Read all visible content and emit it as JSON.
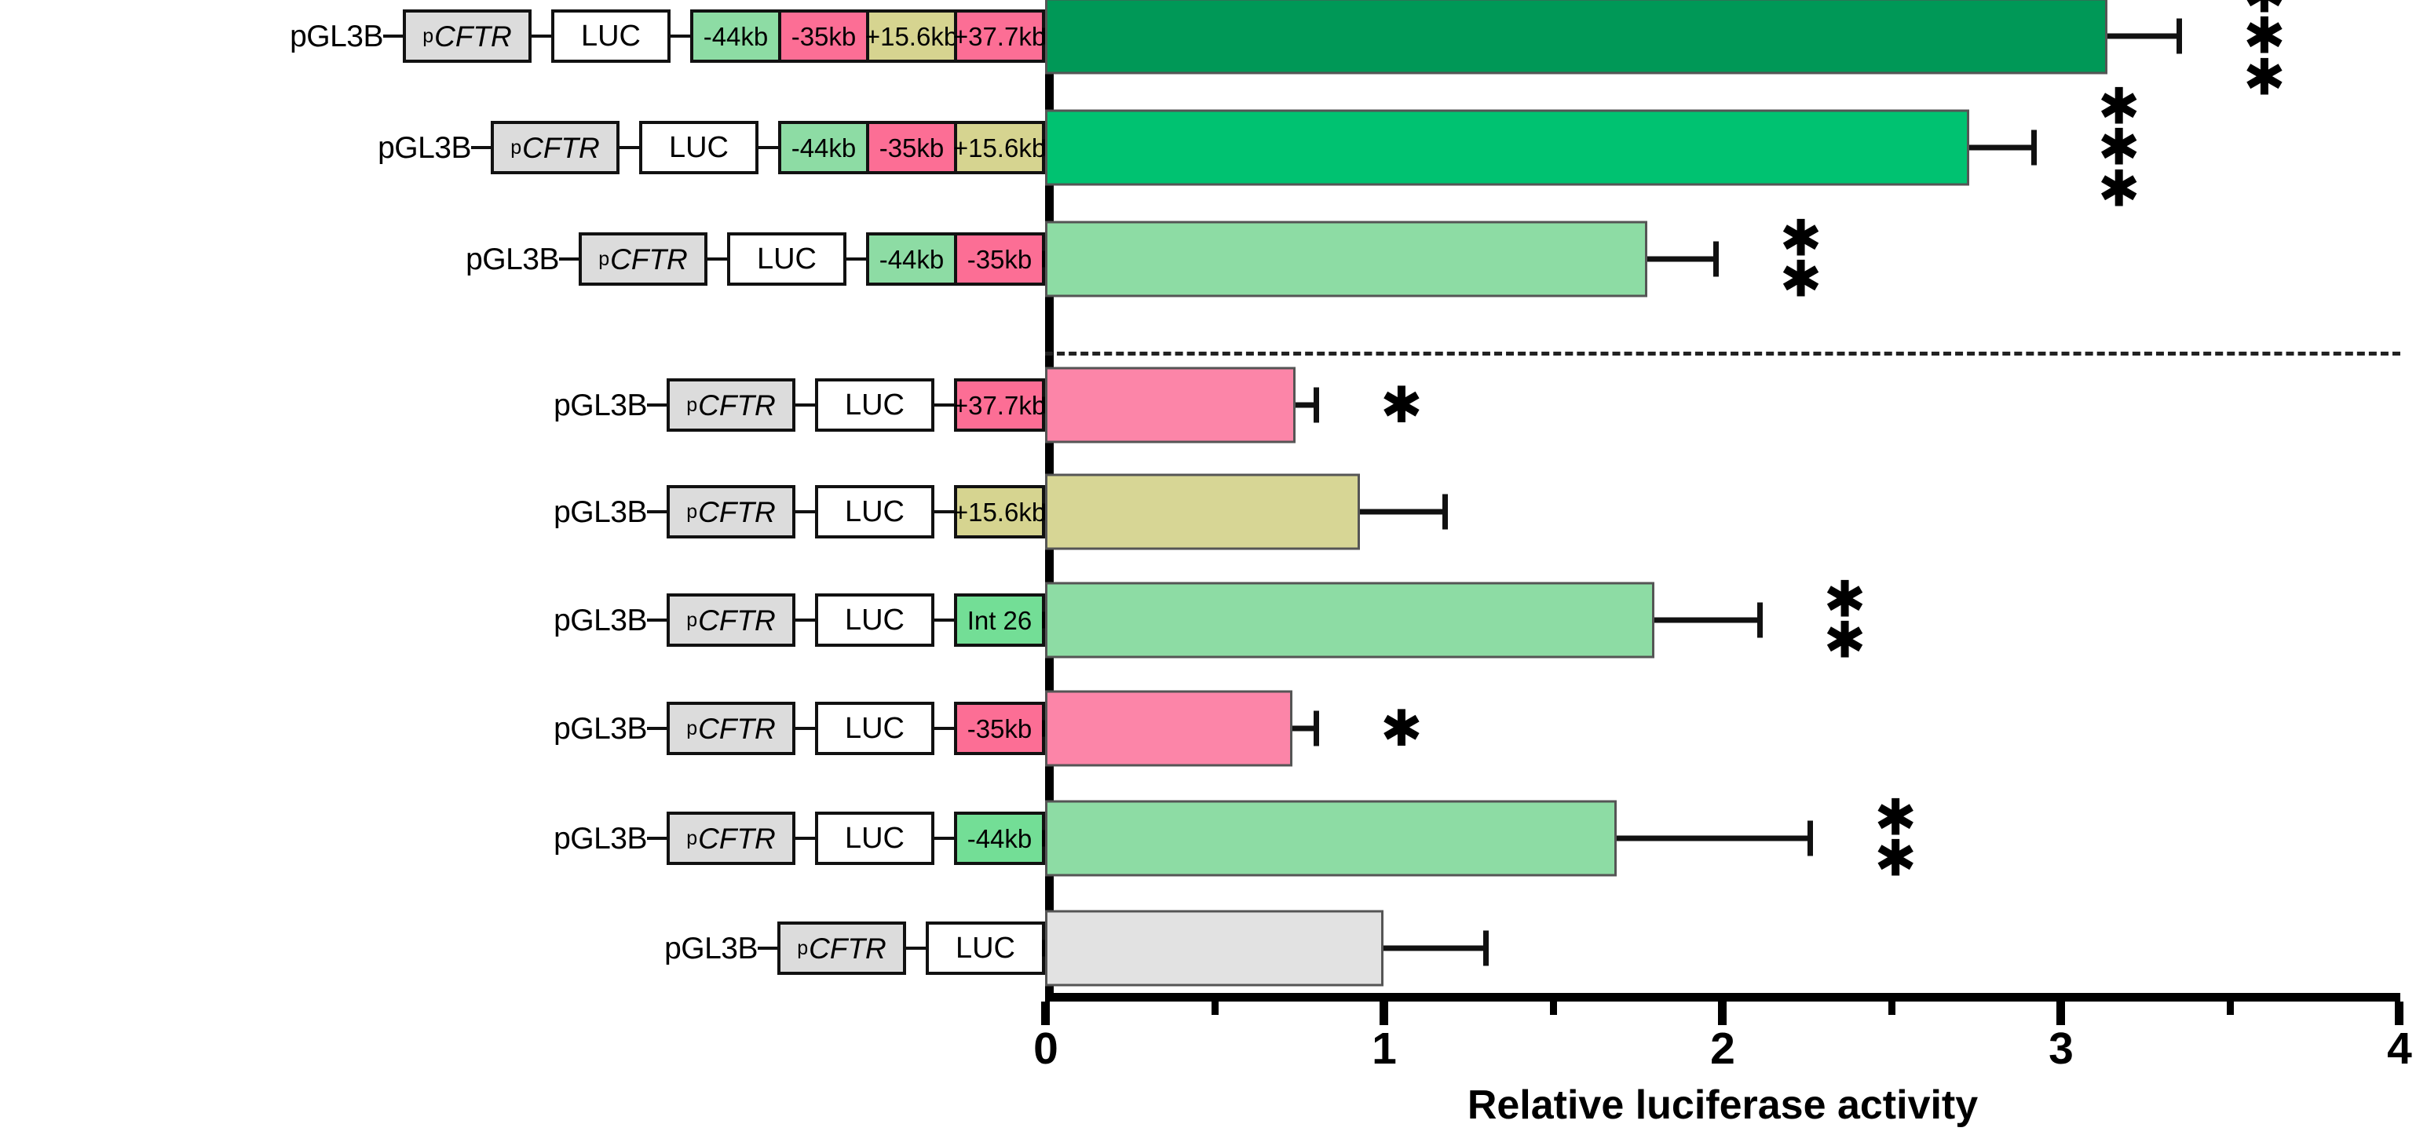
{
  "chart_data": {
    "type": "bar",
    "orientation": "horizontal",
    "title": "",
    "xlabel": "Relative luciferase activity",
    "ylabel": "",
    "xlim": [
      0,
      4
    ],
    "xticks": [
      0,
      1,
      2,
      3,
      4
    ],
    "xticklabels": [
      "0",
      "1",
      "2",
      "3",
      "4"
    ],
    "minor_xticks": [
      0.5,
      1.5,
      2.5,
      3.5
    ],
    "grid": false,
    "legend": null,
    "reference_line": {
      "type": "dashed-horizontal",
      "between_rows": [
        3,
        4
      ]
    },
    "categories": [
      "pGL3B-pCFTR-LUC",
      "pGL3B-pCFTR-LUC--44kb",
      "pGL3B-pCFTR-LUC--35kb",
      "pGL3B-pCFTR-LUC-Int26",
      "pGL3B-pCFTR-LUC-+15.6kb",
      "pGL3B-pCFTR-LUC-+37.7kb",
      "pGL3B-pCFTR-LUC--44kb--35kb",
      "pGL3B-pCFTR-LUC--44kb--35kb-+15.6kb",
      "pGL3B-pCFTR-LUC--44kb--35kb-+15.6kb-+37.7kb"
    ],
    "values": [
      1.0,
      1.69,
      0.73,
      1.8,
      0.93,
      0.74,
      1.78,
      2.73,
      3.14
    ],
    "errors": [
      0.31,
      0.58,
      0.08,
      0.32,
      0.26,
      0.07,
      0.21,
      0.2,
      0.22
    ],
    "significance": [
      "",
      "**",
      "*",
      "**",
      "",
      "*",
      "**",
      "***",
      "***"
    ]
  },
  "axis": {
    "x_title": "Relative luciferase activity",
    "tick_labels": [
      "0",
      "1",
      "2",
      "3",
      "4"
    ]
  },
  "colors": {
    "bar_dark_green": "#009857",
    "bar_green": "#00C271",
    "bar_light_green": "#8DDCA4",
    "bar_pink": "#FC85A8",
    "bar_khaki": "#D7D695",
    "bar_grey": "#E2E2E2",
    "box_promoter": "#DCDCDC",
    "box_luc": "#FFFFFF",
    "box_green": "#8DDCA4",
    "box_bright_green": "#73DE96",
    "box_pink": "#FC6E95",
    "box_khaki": "#D6D490",
    "outline": "#111111"
  },
  "rows": [
    {
      "id": "row-9",
      "plasmid": "pGL3B",
      "promoter": "CFTR",
      "promoter_superscript": "p",
      "reporter": "LUC",
      "enhancers": [
        {
          "label": "-44kb",
          "color": "#8DDCA4"
        },
        {
          "label": "-35kb",
          "color": "#FC6E95"
        },
        {
          "label": "+15.6kb",
          "color": "#D6D490"
        },
        {
          "label": "+37.7kb",
          "color": "#FC6E95"
        }
      ],
      "value": 3.14,
      "error": 0.22,
      "bar_color": "#009857",
      "significance": "***"
    },
    {
      "id": "row-8",
      "plasmid": "pGL3B",
      "promoter": "CFTR",
      "promoter_superscript": "p",
      "reporter": "LUC",
      "enhancers": [
        {
          "label": "-44kb",
          "color": "#8DDCA4"
        },
        {
          "label": "-35kb",
          "color": "#FC6E95"
        },
        {
          "label": "+15.6kb",
          "color": "#D6D490"
        }
      ],
      "value": 2.73,
      "error": 0.2,
      "bar_color": "#00C271",
      "significance": "***"
    },
    {
      "id": "row-7",
      "plasmid": "pGL3B",
      "promoter": "CFTR",
      "promoter_superscript": "p",
      "reporter": "LUC",
      "enhancers": [
        {
          "label": "-44kb",
          "color": "#8DDCA4"
        },
        {
          "label": "-35kb",
          "color": "#FC6E95"
        }
      ],
      "value": 1.78,
      "error": 0.21,
      "bar_color": "#8DDCA4",
      "significance": "**"
    },
    {
      "id": "row-6",
      "plasmid": "pGL3B",
      "promoter": "CFTR",
      "promoter_superscript": "p",
      "reporter": "LUC",
      "enhancers": [
        {
          "label": "+37.7kb",
          "color": "#FC6E95"
        }
      ],
      "value": 0.74,
      "error": 0.07,
      "bar_color": "#FC85A8",
      "significance": "*"
    },
    {
      "id": "row-5",
      "plasmid": "pGL3B",
      "promoter": "CFTR",
      "promoter_superscript": "p",
      "reporter": "LUC",
      "enhancers": [
        {
          "label": "+15.6kb",
          "color": "#D6D490"
        }
      ],
      "value": 0.93,
      "error": 0.26,
      "bar_color": "#D7D695",
      "significance": ""
    },
    {
      "id": "row-4",
      "plasmid": "pGL3B",
      "promoter": "CFTR",
      "promoter_superscript": "p",
      "reporter": "LUC",
      "enhancers": [
        {
          "label": "Int 26",
          "color": "#73DE96"
        }
      ],
      "value": 1.8,
      "error": 0.32,
      "bar_color": "#8DDCA4",
      "significance": "**"
    },
    {
      "id": "row-3",
      "plasmid": "pGL3B",
      "promoter": "CFTR",
      "promoter_superscript": "p",
      "reporter": "LUC",
      "enhancers": [
        {
          "label": "-35kb",
          "color": "#FC6E95"
        }
      ],
      "value": 0.73,
      "error": 0.08,
      "bar_color": "#FC85A8",
      "significance": "*"
    },
    {
      "id": "row-2",
      "plasmid": "pGL3B",
      "promoter": "CFTR",
      "promoter_superscript": "p",
      "reporter": "LUC",
      "enhancers": [
        {
          "label": "-44kb",
          "color": "#73DE96"
        }
      ],
      "value": 1.69,
      "error": 0.58,
      "bar_color": "#8DDCA4",
      "significance": "**"
    },
    {
      "id": "row-1",
      "plasmid": "pGL3B",
      "promoter": "CFTR",
      "promoter_superscript": "p",
      "reporter": "LUC",
      "enhancers": [],
      "value": 1.0,
      "error": 0.31,
      "bar_color": "#E2E2E2",
      "significance": ""
    }
  ]
}
